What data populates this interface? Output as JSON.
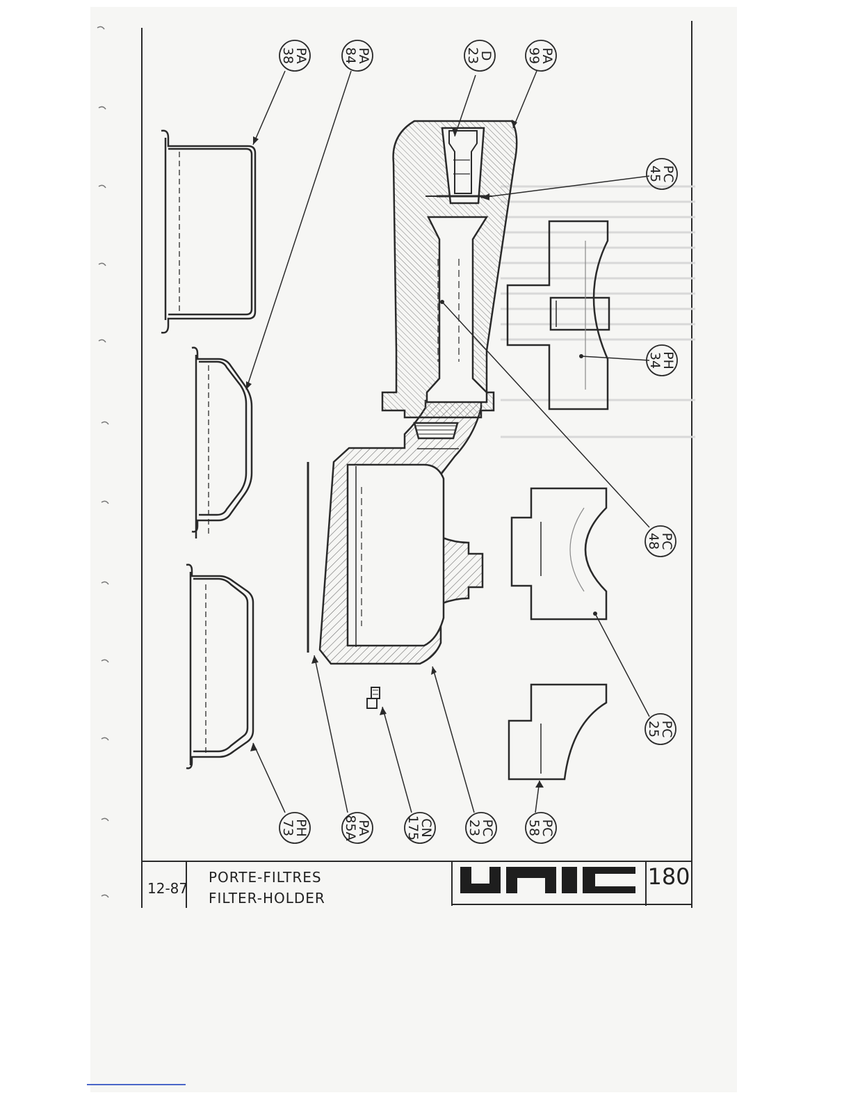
{
  "title_block": {
    "date": "12-87",
    "title_fr": "PORTE-FILTRES",
    "title_en": "FILTER-HOLDER",
    "brand": "UNIC",
    "page_number": "180"
  },
  "callouts": [
    {
      "id": "pa38",
      "line1": "PA",
      "line2": "38"
    },
    {
      "id": "pa84",
      "line1": "PA",
      "line2": "84"
    },
    {
      "id": "d23",
      "line1": "D",
      "line2": "23"
    },
    {
      "id": "pa99",
      "line1": "PA",
      "line2": "99"
    },
    {
      "id": "pc45",
      "line1": "PC",
      "line2": "45"
    },
    {
      "id": "ph34",
      "line1": "PH",
      "line2": "34"
    },
    {
      "id": "pc48",
      "line1": "PC",
      "line2": "48"
    },
    {
      "id": "pc25",
      "line1": "PC",
      "line2": "25"
    },
    {
      "id": "ph73",
      "line1": "PH",
      "line2": "73"
    },
    {
      "id": "pa85a",
      "line1": "PA",
      "line2": "85A"
    },
    {
      "id": "cn175",
      "line1": "CN",
      "line2": "175"
    },
    {
      "id": "pc23",
      "line1": "PC",
      "line2": "23"
    },
    {
      "id": "pc58",
      "line1": "PC",
      "line2": "58"
    }
  ],
  "colors": {
    "ink": "#2a2a2a",
    "paper": "#f6f6f4",
    "hatch": "#6d6d6d"
  }
}
